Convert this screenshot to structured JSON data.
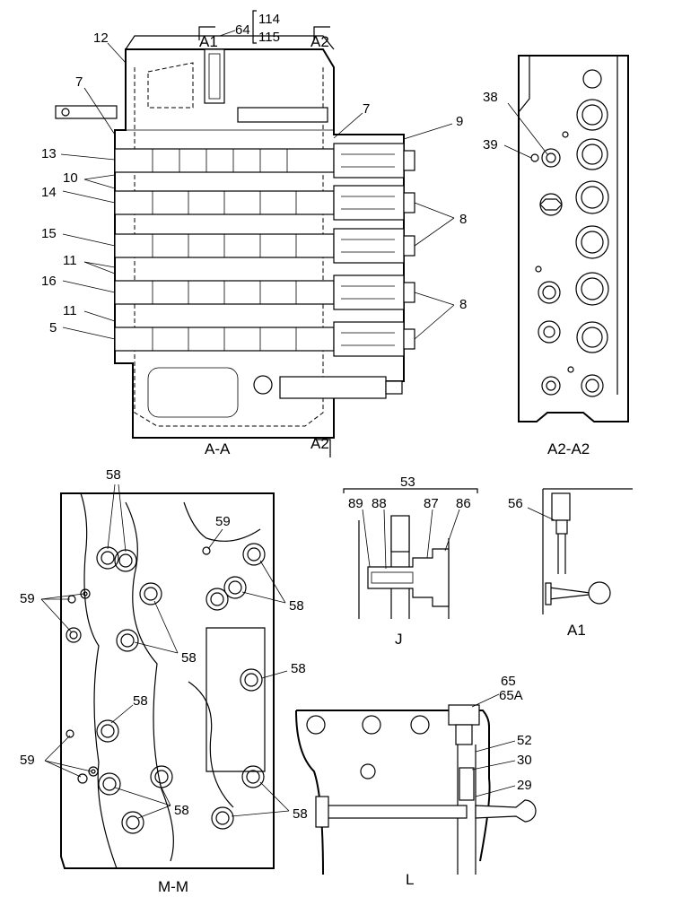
{
  "views": {
    "aa": {
      "caption": "A-A",
      "sec_a1": "A1",
      "sec_a2_top": "A2",
      "sec_a2_bottom": "A2"
    },
    "a2": {
      "caption": "A2-A2"
    },
    "mm": {
      "caption": "M-M"
    },
    "j": {
      "caption": "J"
    },
    "a1": {
      "caption": "A1"
    },
    "l": {
      "caption": "L"
    }
  },
  "labels": {
    "aa": {
      "l114": "114",
      "l115": "115",
      "l64": "64",
      "l12": "12",
      "l7a": "7",
      "l7b": "7",
      "l9": "9",
      "l13": "13",
      "l10": "10",
      "l14": "14",
      "l8a": "8",
      "l15": "15",
      "l11a": "11",
      "l16": "16",
      "l8b": "8",
      "l11b": "11",
      "l5": "5"
    },
    "a2": {
      "l38": "38",
      "l39": "39"
    },
    "mm": {
      "s1": "58",
      "s2": "59",
      "s3": "59",
      "s4": "58",
      "s5": "58",
      "s6": "58",
      "s7": "58",
      "s8": "59",
      "s9": "58",
      "s10": "58"
    },
    "j": {
      "l53": "53",
      "l89": "89",
      "l88": "88",
      "l87": "87",
      "l86": "86"
    },
    "a1": {
      "l56": "56"
    },
    "l": {
      "l65": "65",
      "l65a": "65A",
      "l52": "52",
      "l30": "30",
      "l29": "29"
    }
  }
}
